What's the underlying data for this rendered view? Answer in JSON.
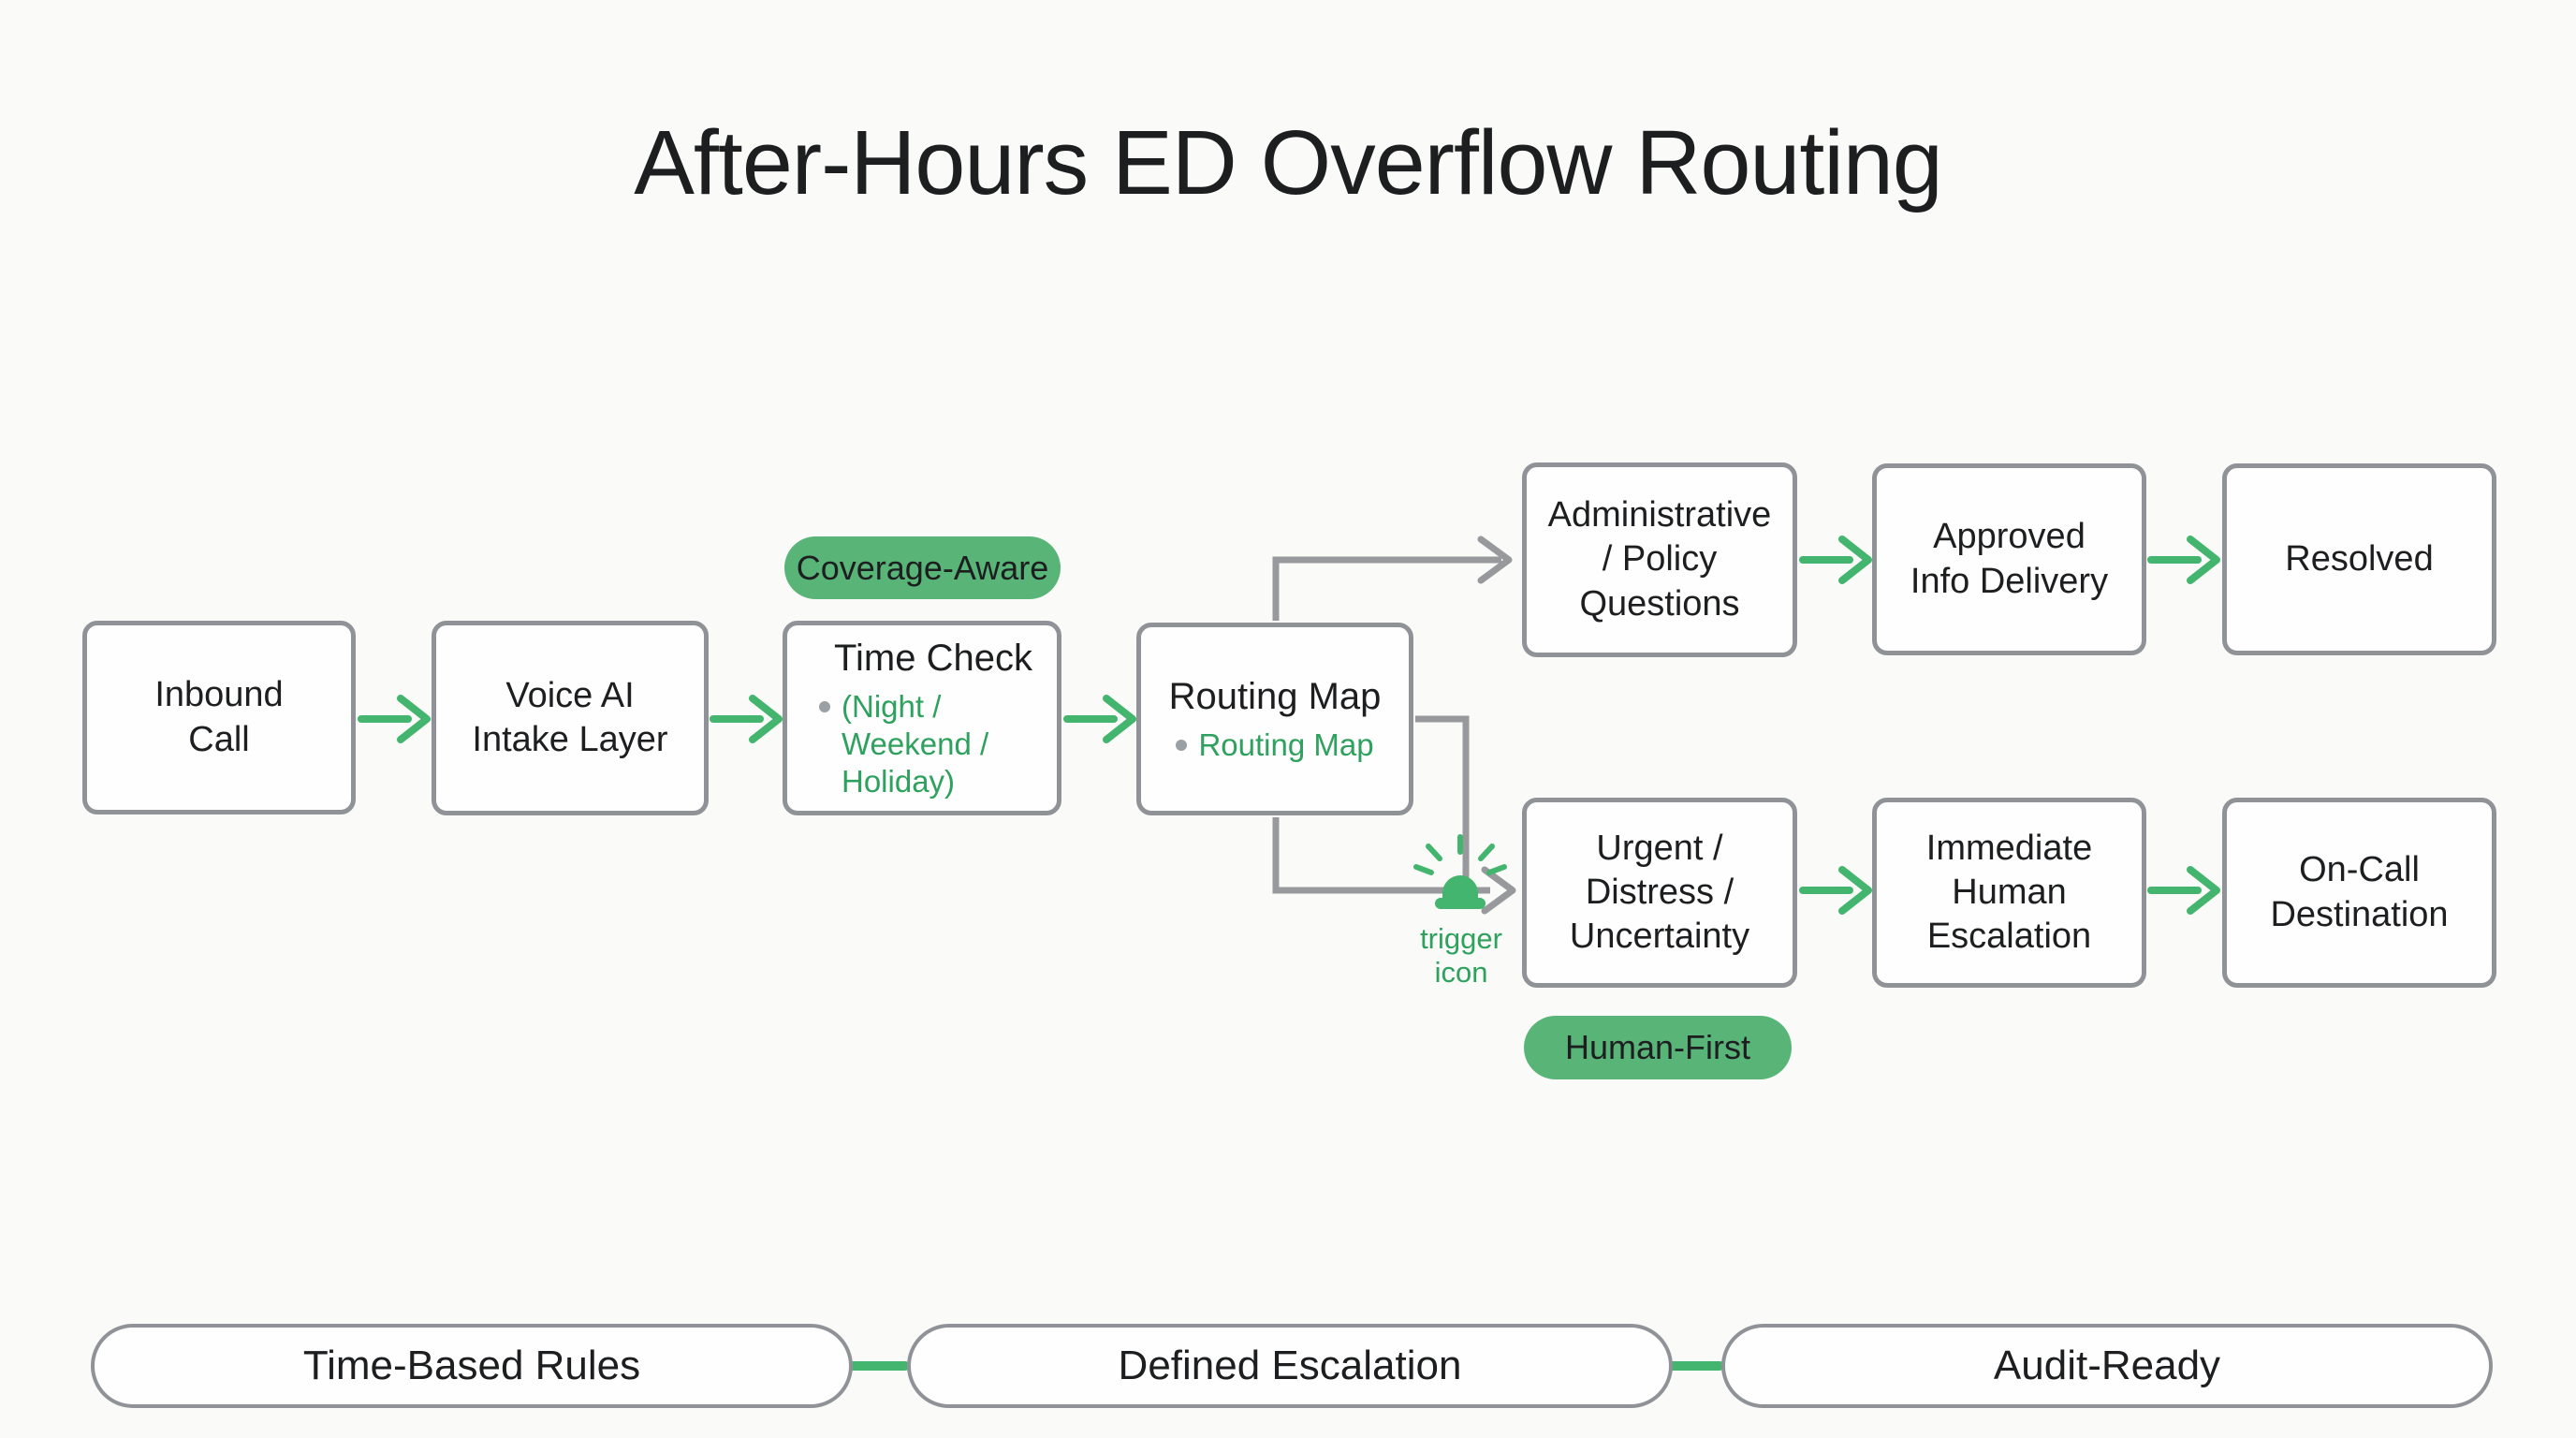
{
  "title": "After-Hours ED Overflow Routing",
  "colors": {
    "background": "#fafaf8",
    "box_fill": "#fefefe",
    "border_gray": "#8f9398",
    "connector_gray": "#97999c",
    "arrow_green": "#43b56e",
    "text_green": "#2da15d",
    "badge_green": "#59b478",
    "text_black": "#1d1e20",
    "dot_gray": "#9ba0a4"
  },
  "icons": {
    "trigger": "siren-icon"
  },
  "nodes": {
    "inbound": {
      "label": "Inbound\nCall"
    },
    "voice_ai": {
      "label": "Voice AI\nIntake Layer"
    },
    "time_check": {
      "title": "Time Check",
      "bullet": "(Night /\nWeekend /\nHoliday)"
    },
    "routing_map": {
      "title": "Routing Map",
      "bullet": "Routing Map"
    },
    "admin": {
      "label": "Administrative\n/ Policy\nQuestions"
    },
    "approved": {
      "label": "Approved\nInfo Delivery"
    },
    "resolved": {
      "label": "Resolved"
    },
    "urgent": {
      "label": "Urgent /\nDistress /\nUncertainty"
    },
    "immediate": {
      "label": "Immediate\nHuman\nEscalation"
    },
    "oncall": {
      "label": "On-Call\nDestination"
    }
  },
  "badges": {
    "coverage": "Coverage-Aware",
    "human_first": "Human-First"
  },
  "annotations": {
    "trigger_label": "trigger icon"
  },
  "footer_pills": [
    {
      "label": "Time-Based Rules"
    },
    {
      "label": "Defined Escalation"
    },
    {
      "label": "Audit-Ready"
    }
  ]
}
